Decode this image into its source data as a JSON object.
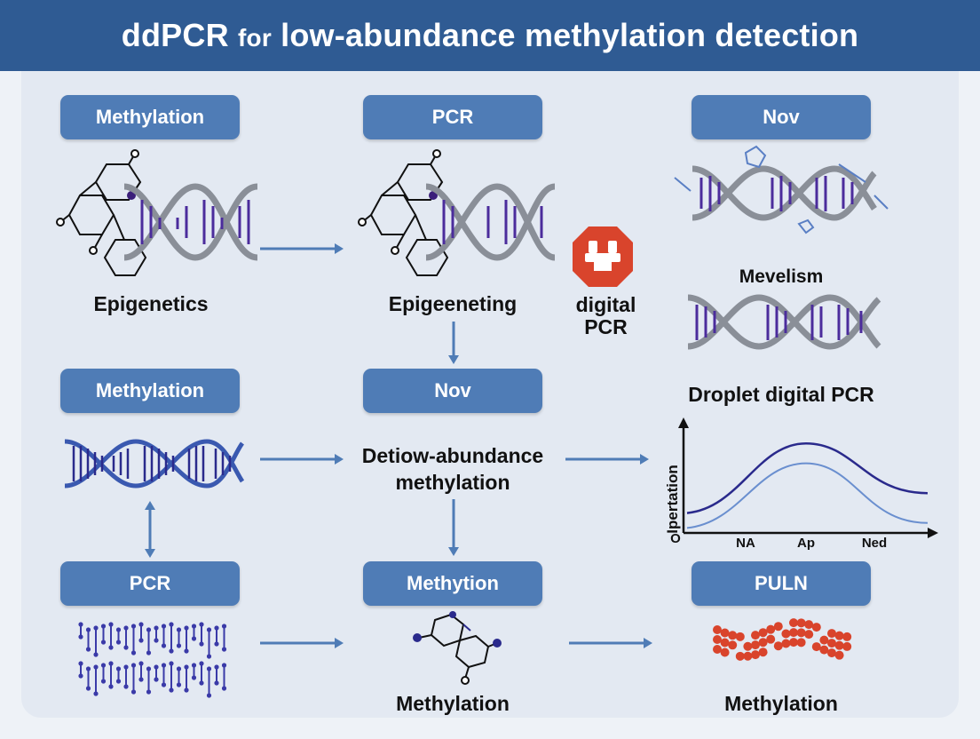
{
  "header": {
    "title_main": "ddPCR",
    "title_small": "for",
    "title_rest": "low-abundance methylation detection"
  },
  "row1": {
    "box1": "Methylation",
    "box2": "PCR",
    "box3": "Nov",
    "caption1": "Epigenetics",
    "caption2": "Epigeeneting",
    "badge_line1": "digital",
    "badge_line2": "PCR",
    "caption3": "Mevelism"
  },
  "row2": {
    "box1": "Methylation",
    "box2": "Nov",
    "caption2_line1": "Detiow-abundance",
    "caption2_line2": "methylation",
    "caption3": "Droplet digital PCR"
  },
  "row3": {
    "box1": "PCR",
    "box2": "Methytion",
    "box3": "PULN",
    "caption2": "Methylation",
    "caption3": "Methylation"
  },
  "chart_data": {
    "type": "line",
    "ylabel": "Ipertation",
    "origin_label": "O",
    "categories": [
      "NA",
      "Ap",
      "Ned"
    ],
    "series": [
      {
        "values": [
          0.2,
          0.9,
          0.4
        ]
      },
      {
        "values": [
          0.05,
          0.7,
          0.1
        ]
      }
    ],
    "colors": [
      "#2a2a8c",
      "#6a8fcf"
    ]
  },
  "colors": {
    "header": "#2f5b93",
    "box": "#4f7cb6",
    "arrow": "#4f7cb6",
    "badge": "#d9442c"
  }
}
